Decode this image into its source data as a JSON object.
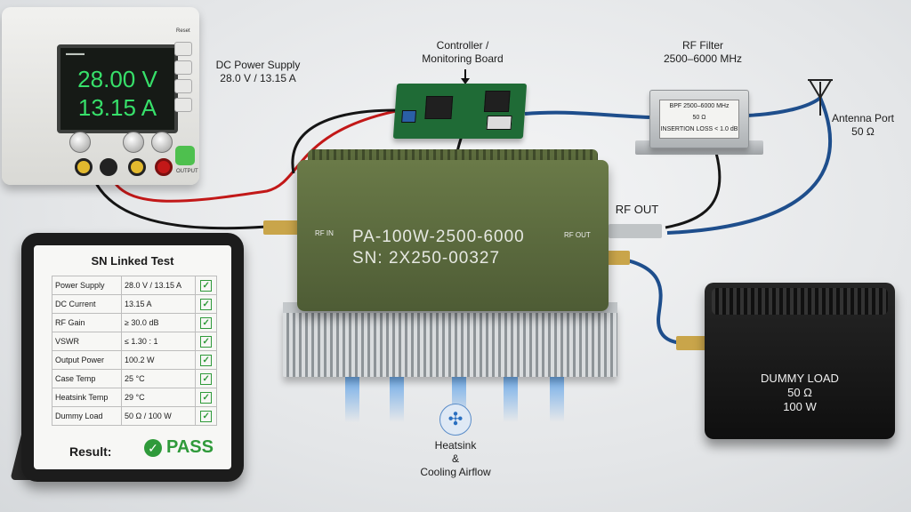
{
  "labels": {
    "dc_power_supply": "DC Power Supply",
    "dc_power_supply_spec": "28.0 V / 13.15 A",
    "controller_line1": "Controller /",
    "controller_line2": "Monitoring Board",
    "rf_filter": "RF Filter",
    "rf_filter_range": "2500–6000 MHz",
    "antenna_port": "Antenna Port",
    "antenna_impedance": "50 Ω",
    "rf_out": "RF OUT",
    "heatsink_line1": "Heatsink",
    "heatsink_line2": "&",
    "heatsink_line3": "Cooling Airflow"
  },
  "power_supply": {
    "voltage_display": "28.00 V",
    "current_display": "13.15 A",
    "reset_label": "Reset",
    "output_label": "OUTPUT"
  },
  "rf_filter_label": {
    "line1": "BPF 2500–6000 MHz",
    "line2": "50 Ω",
    "line3": "INSERTION LOSS < 1.0 dB"
  },
  "amplifier": {
    "model": "PA-100W-2500-6000",
    "serial": "SN: 2X250-00327",
    "rf_in_tag": "RF IN",
    "rf_out_tag": "RF OUT"
  },
  "dummy_load": {
    "line1": "DUMMY LOAD",
    "line2": "50 Ω",
    "line3": "100 W"
  },
  "tablet": {
    "title": "SN Linked Test",
    "rows": [
      {
        "name": "Power Supply",
        "value": "28.0 V / 13.15 A"
      },
      {
        "name": "DC Current",
        "value": "13.15 A"
      },
      {
        "name": "RF Gain",
        "value": "≥ 30.0 dB"
      },
      {
        "name": "VSWR",
        "value": "≤ 1.30 : 1"
      },
      {
        "name": "Output Power",
        "value": "100.2 W"
      },
      {
        "name": "Case Temp",
        "value": "25 °C"
      },
      {
        "name": "Heatsink Temp",
        "value": "29 °C"
      },
      {
        "name": "Dummy Load",
        "value": "50 Ω / 100 W"
      }
    ],
    "result_label": "Result:",
    "result_value": "PASS"
  },
  "colors": {
    "display_green": "#37e06a",
    "amp_green": "#5a6a3e",
    "pass_green": "#2f9a3a",
    "airflow_blue": "#3b8fe6",
    "coax_blue": "#1e4e8c"
  }
}
